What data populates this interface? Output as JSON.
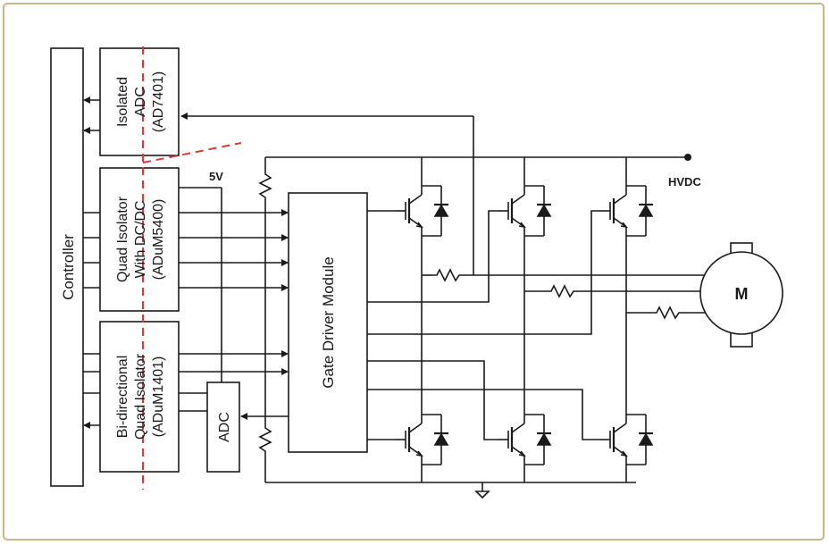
{
  "blocks": {
    "controller": "Controller",
    "isolated_adc": [
      "Isolated",
      "ADC",
      "(AD7401)"
    ],
    "quad_isolator_dcdc": [
      "Quad Isolator",
      "With DC/DC",
      "(ADuM5400)"
    ],
    "bidirectional_quad_isolator": [
      "Bi-directional",
      "Quad Isolator",
      "(ADuM1401)"
    ],
    "adc": "ADC",
    "gate_driver_module": "Gate Driver Module",
    "motor": "M"
  },
  "labels": {
    "supply_5v": "5V",
    "hvdc": "HVDC"
  },
  "colors": {
    "frame_border": "#c9b78c",
    "line": "#1a1a1a",
    "isolation_barrier": "#d83a3a"
  }
}
